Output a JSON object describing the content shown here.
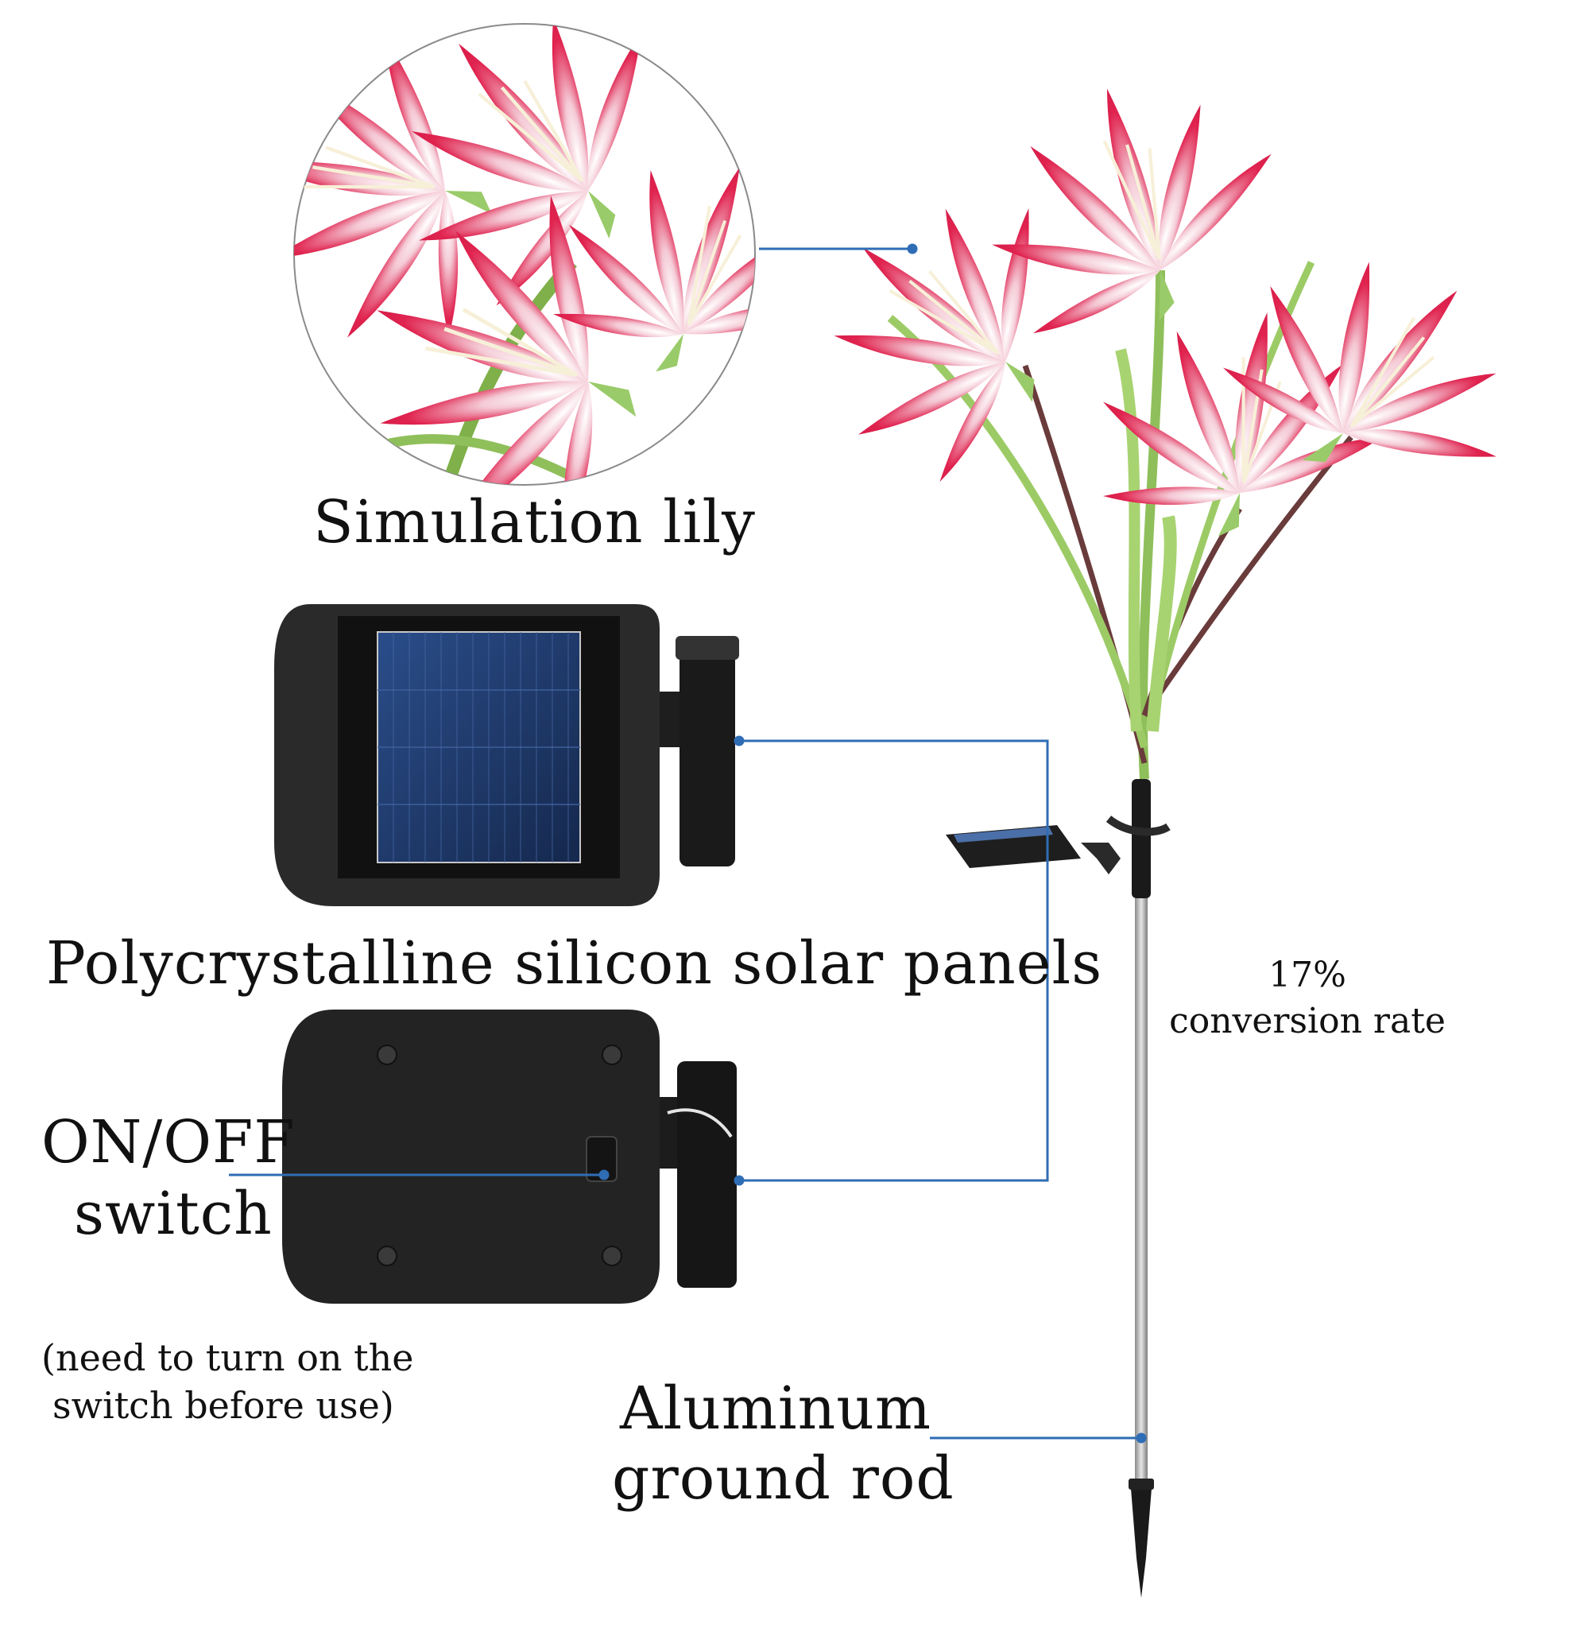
{
  "labels": {
    "simulation_lily": "Simulation lily",
    "solar_panels": "Polycrystalline silicon solar panels",
    "conversion_percent": "17%",
    "conversion_rate": "conversion rate",
    "switch_line1": "ON/OFF",
    "switch_line2": "switch",
    "switch_note_line1": "(need to turn on the",
    "switch_note_line2": "switch before use)",
    "rod_line1": "Aluminum",
    "rod_line2": "ground rod"
  },
  "colors": {
    "leader_line": "#2f6db5",
    "petal": "#e0234f",
    "petal_light": "#f6dfe6",
    "leaf": "#8fbf5a",
    "panel_body": "#262626",
    "solar_cell": "#1f3a6b",
    "rod": "#b9b9b9",
    "text": "#111111"
  },
  "icons": [
    "lily-flower-illustration",
    "solar-panel-front",
    "solar-panel-back",
    "switch-button",
    "garden-stake-lamp"
  ]
}
